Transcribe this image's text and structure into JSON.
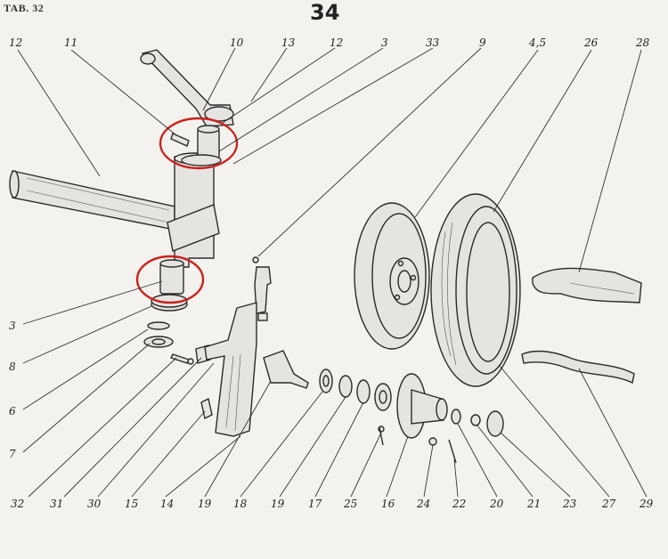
{
  "header": {
    "tab_label": "TAB. 32",
    "page_number": "34"
  },
  "colors": {
    "ink": "#2a2a2a",
    "paper": "#f4f2ee",
    "highlight_circle": "#c8221c"
  },
  "callouts_top": [
    "12",
    "11",
    "10",
    "13",
    "12",
    "3",
    "33",
    "9",
    "4,5",
    "26",
    "28"
  ],
  "callouts_left": [
    "3",
    "8",
    "6",
    "7"
  ],
  "callouts_bottom": [
    "32",
    "31",
    "30",
    "15",
    "14",
    "19",
    "18",
    "19",
    "17",
    "25",
    "16",
    "24",
    "22",
    "20",
    "21",
    "23",
    "27",
    "29"
  ]
}
